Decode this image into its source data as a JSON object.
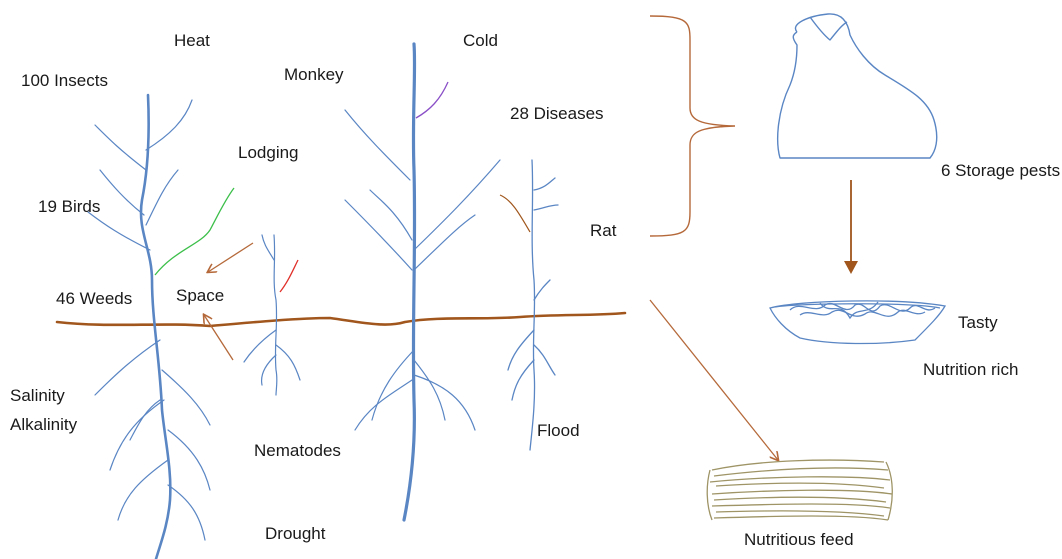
{
  "stresses": {
    "heat": "Heat",
    "cold": "Cold",
    "insects": "100 Insects",
    "monkey": "Monkey",
    "diseases": "28 Diseases",
    "lodging": "Lodging",
    "birds": "19 Birds",
    "rat": "Rat",
    "weeds": "46 Weeds",
    "space": "Space",
    "salinity": "Salinity",
    "alkalinity": "Alkalinity",
    "nematodes": "Nematodes",
    "flood": "Flood",
    "drought": "Drought"
  },
  "outcomes": {
    "storage_pests": "6 Storage pests",
    "tasty": "Tasty",
    "nutrition_rich": "Nutrition rich",
    "nutritious_feed": "Nutritious feed"
  },
  "colors": {
    "plant": "#5a86c4",
    "soil": "#a0561c",
    "arrow": "#b5693a",
    "brace": "#b5693a",
    "green_leaf": "#3cbf4a",
    "red_leaf": "#e0302a",
    "purple_leaf": "#8a4fc7",
    "sack": "#5a86c4",
    "fodder": "#9e9466"
  }
}
